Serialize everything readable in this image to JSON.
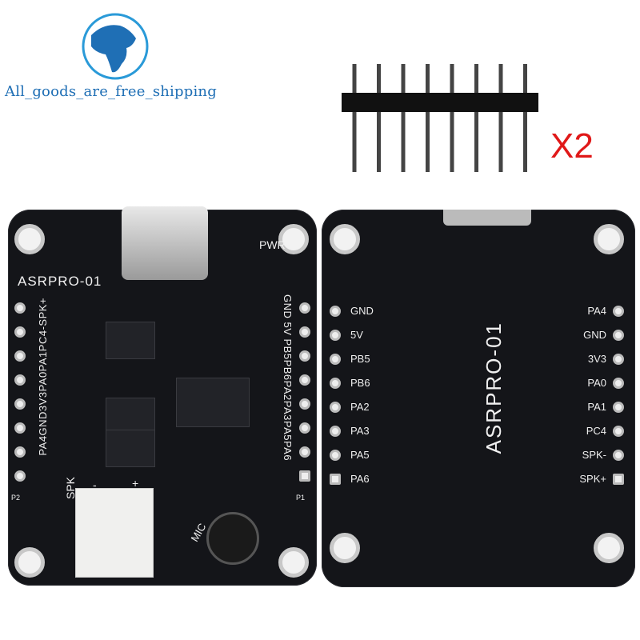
{
  "logo": {
    "text": "All_goods_are_free_shipping",
    "icon": "globe-icon",
    "color": "#1f6fb5"
  },
  "quantity_label": "X2",
  "front_board": {
    "model": "ASRPRO-01",
    "pwr_label": "PWR",
    "spk_label": "SPK",
    "mic_label": "MIC",
    "left_header_labels": "PA4GND3V3PA0PA1PC4-SPK+",
    "right_header_labels": "GND 5V PB5PB6PA2PA3PA5PA6",
    "p1": "P1",
    "p2": "P2",
    "minus": "-",
    "plus": "+"
  },
  "back_board": {
    "model": "ASRPRO-01",
    "left_pins": [
      "GND",
      "5V",
      "PB5",
      "PB6",
      "PA2",
      "PA3",
      "PA5",
      "PA6"
    ],
    "right_pins": [
      "PA4",
      "GND",
      "3V3",
      "PA0",
      "PA1",
      "PC4",
      "SPK-",
      "SPK+"
    ]
  }
}
